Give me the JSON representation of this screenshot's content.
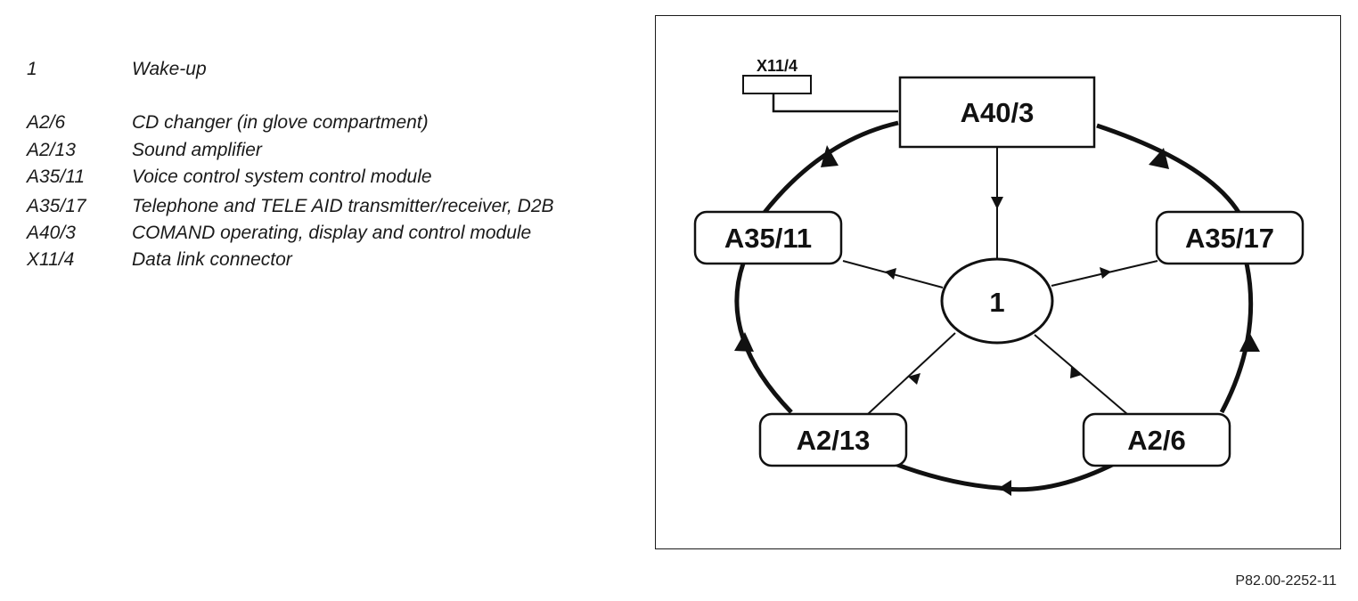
{
  "legend": {
    "items": [
      {
        "code": "1",
        "desc": "Wake-up"
      },
      {
        "code": "A2/6",
        "desc": "CD changer (in glove compartment)"
      },
      {
        "code": "A2/13",
        "desc": "Sound amplifier"
      },
      {
        "code": "A35/11",
        "desc": "Voice control system control module"
      },
      {
        "code": "A35/17",
        "desc": "Telephone and TELE AID transmitter/receiver, D2B"
      },
      {
        "code": "A40/3",
        "desc": "COMAND operating, display and control module"
      },
      {
        "code": "X11/4",
        "desc": "Data link connector"
      }
    ]
  },
  "diagram": {
    "nodes": {
      "a40_3": "A40/3",
      "a35_11": "A35/11",
      "a35_17": "A35/17",
      "a2_13": "A2/13",
      "a2_6": "A2/6",
      "wakeup": "1",
      "x11_4": "X11/4"
    }
  },
  "figure_id": "P82.00-2252-11"
}
